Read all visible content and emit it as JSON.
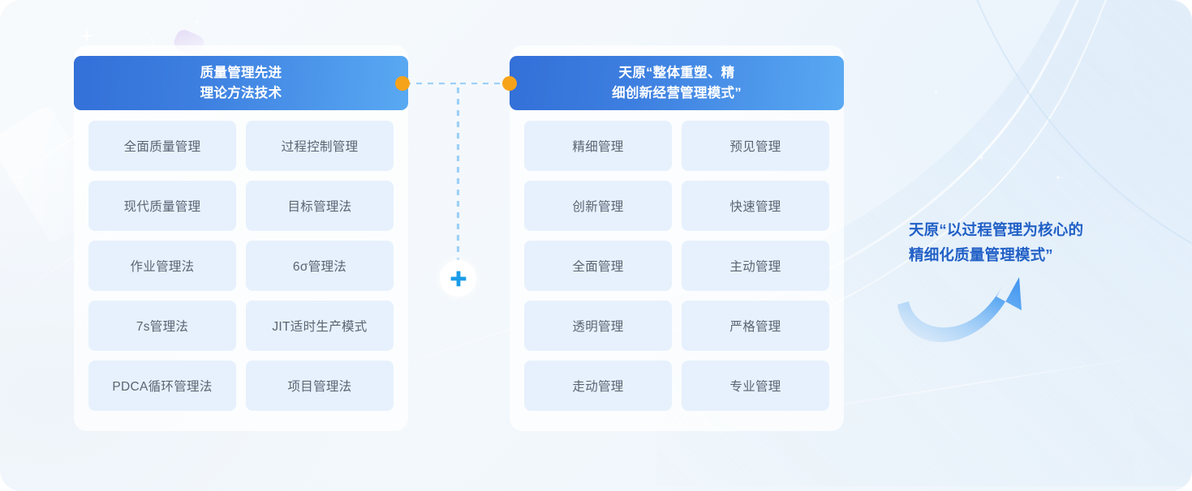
{
  "colors": {
    "header_gradient_start": "#3370d8",
    "header_gradient_end": "#59a9f3",
    "cell_background": "#e7f1fd",
    "cell_text": "#5b6472",
    "accent_orange": "#f7a31a",
    "plus_blue": "#1b9ce8",
    "caption_text": "#2160c6",
    "page_background": "#f3f8fc"
  },
  "panels": [
    {
      "id": "left-panel",
      "title_line1": "质量管理先进",
      "title_line2": "理论方法技术",
      "cells": [
        "全面质量管理",
        "过程控制管理",
        "现代质量管理",
        "目标管理法",
        "作业管理法",
        "6σ管理法",
        "7s管理法",
        "JIT适时生产模式",
        "PDCA循环管理法",
        "项目管理法"
      ]
    },
    {
      "id": "right-panel",
      "title_line1": "天原“整体重塑、精",
      "title_line2": "细创新经营管理模式”",
      "cells": [
        "精细管理",
        "预见管理",
        "创新管理",
        "快速管理",
        "全面管理",
        "主动管理",
        "透明管理",
        "严格管理",
        "走动管理",
        "专业管理"
      ]
    }
  ],
  "connector": {
    "operator_label": "+",
    "operator_icon": "plus-icon",
    "left_node_icon": "dot-icon",
    "right_node_icon": "dot-icon"
  },
  "caption": {
    "line1": "天原“以过程管理为核心的",
    "line2": "精细化质量管理模式”",
    "arrow_icon": "curved-arrow-icon"
  }
}
